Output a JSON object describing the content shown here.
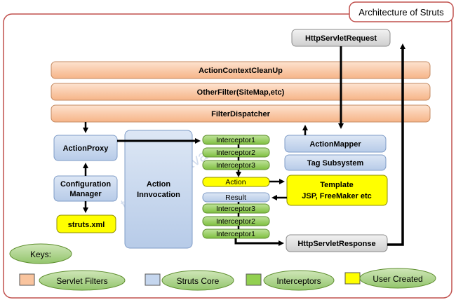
{
  "title": "Architecture of Struts",
  "nodes": {
    "http_request": "HttpServletRequest",
    "action_context_cleanup": "ActionContextCleanUp",
    "other_filter": "OtherFilter(SiteMap,etc)",
    "filter_dispatcher": "FilterDispatcher",
    "action_proxy": "ActionProxy",
    "configuration_manager": [
      "Configuration",
      "Manager"
    ],
    "struts_xml": "struts.xml",
    "action_invocation": [
      "Action",
      "Innvocation"
    ],
    "interceptors_in": [
      "Interceptor1",
      "Interceptor2",
      "Interceptor3"
    ],
    "action": "Action",
    "result": "Result",
    "interceptors_out": [
      "Interceptor3",
      "Interceptor2",
      "Interceptor1"
    ],
    "action_mapper": "ActionMapper",
    "tag_subsystem": "Tag Subsystem",
    "template": [
      "Template",
      "JSP, FreeMaker etc"
    ],
    "http_response": "HttpServletResponse"
  },
  "keys": {
    "title": "Keys:",
    "items": [
      {
        "label": "Servlet Filters",
        "color": "#f9c49e"
      },
      {
        "label": "Struts Core",
        "color": "#c5d6ee"
      },
      {
        "label": "Interceptors",
        "color": "#92d050"
      },
      {
        "label": "User Created",
        "color": "#ffff00"
      }
    ]
  },
  "colors": {
    "servlet_filter": "#f9c49e",
    "struts_core": "#c5d6ee",
    "interceptor": "#92d050",
    "user_created": "#ffff00",
    "http": "#e0e0e0",
    "keys_bubble": "#a9d18e",
    "frame_border": "#c0504d"
  }
}
